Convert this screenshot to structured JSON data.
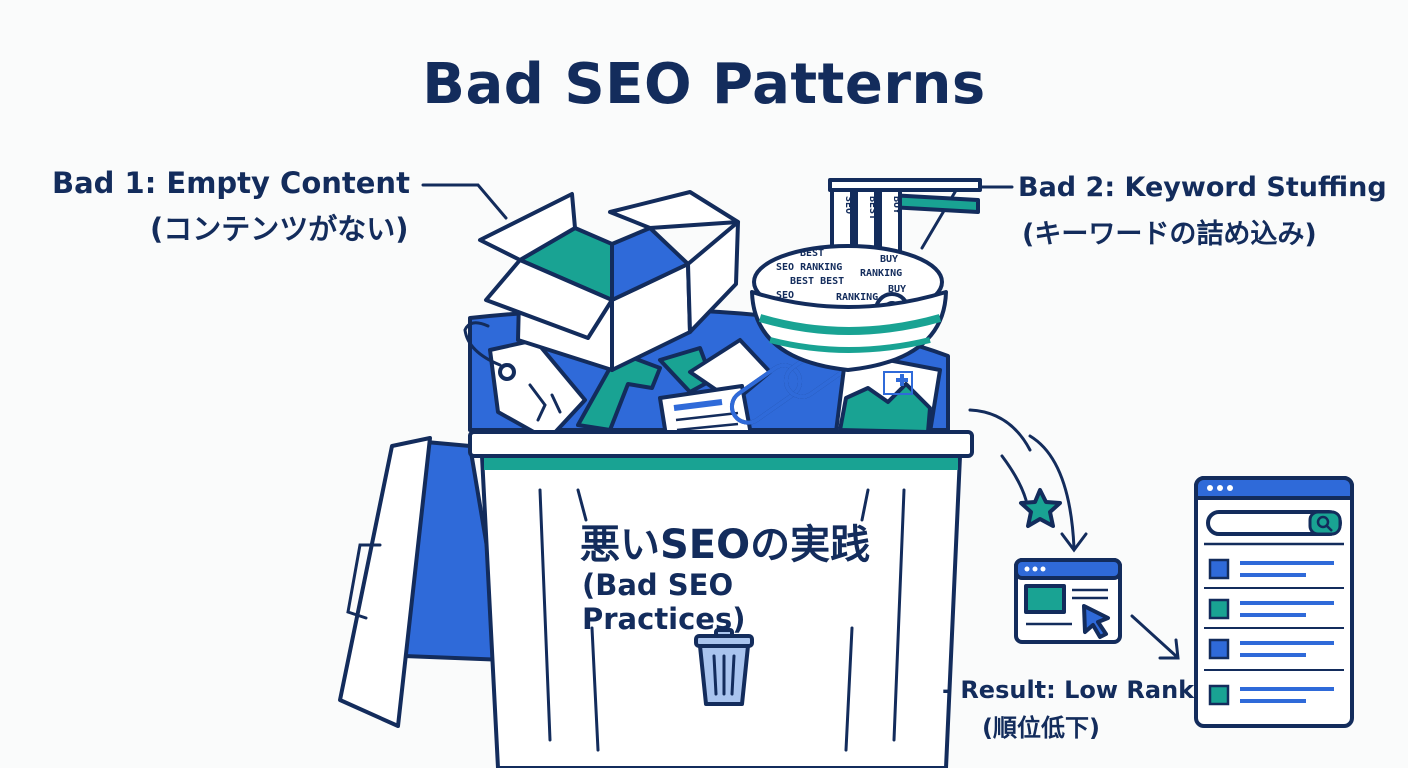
{
  "title": "Bad SEO Patterns",
  "bad1": {
    "label": "Bad 1: Empty Content",
    "sublabel": "(コンテンツがない)"
  },
  "bad2": {
    "label": "Bad 2: Keyword Stuffing",
    "sublabel": "(キーワードの詰め込み)"
  },
  "bin": {
    "label_jp": "悪いSEOの実践",
    "label_en": "(Bad SEO Practices)"
  },
  "result": {
    "label": "- Result: Low Rank",
    "sublabel": "(順位低下)"
  },
  "keyword_strips": [
    "SEO",
    "BEST",
    "BUY",
    "RANKING",
    "SEO RANKING",
    "BEST BEST",
    "BUY",
    "SEO",
    "RANKING",
    "BUY",
    "BEST"
  ],
  "colors": {
    "navy": "#132c5c",
    "blue": "#2f6ad9",
    "teal": "#19a393",
    "light": "#eef3fb"
  }
}
